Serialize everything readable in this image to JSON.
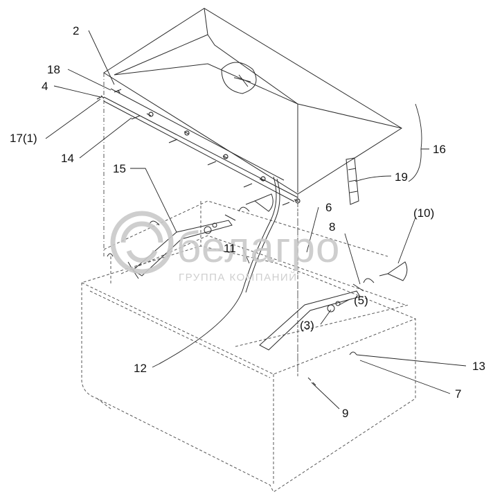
{
  "diagram": {
    "callouts": [
      {
        "id": "c2",
        "label": "2"
      },
      {
        "id": "c18",
        "label": "18"
      },
      {
        "id": "c4",
        "label": "4"
      },
      {
        "id": "c17",
        "label": "17(1)"
      },
      {
        "id": "c14",
        "label": "14"
      },
      {
        "id": "c15",
        "label": "15"
      },
      {
        "id": "c16",
        "label": "16"
      },
      {
        "id": "c19",
        "label": "19"
      },
      {
        "id": "c6",
        "label": "6"
      },
      {
        "id": "c10",
        "label": "(10)"
      },
      {
        "id": "c8",
        "label": "8"
      },
      {
        "id": "c11",
        "label": "11"
      },
      {
        "id": "c3",
        "label": "(3)"
      },
      {
        "id": "c5",
        "label": "(5)"
      },
      {
        "id": "c12",
        "label": "12"
      },
      {
        "id": "c13",
        "label": "13"
      },
      {
        "id": "c7",
        "label": "7"
      },
      {
        "id": "c9",
        "label": "9"
      }
    ]
  },
  "watermark": {
    "brand": "белагро",
    "tagline": "ГРУППА КОМПАНИЙ"
  },
  "colors": {
    "line": "#2a2a2a",
    "hidden": "#555555",
    "watermark": "#c9c9c9"
  }
}
